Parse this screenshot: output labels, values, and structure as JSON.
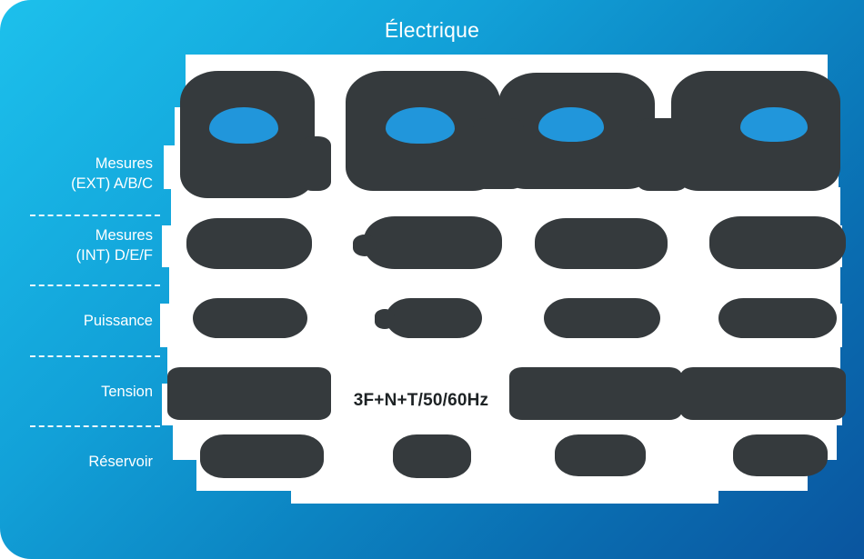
{
  "card": {
    "title": "Électrique",
    "accent_light": "#1dc0ec",
    "accent_dark": "#0a559f",
    "panel_color": "#ffffff",
    "redaction_color": "#353a3d",
    "highlight_color": "#2196db",
    "label_color": "#ffffff"
  },
  "rows": [
    {
      "id": "mesures-ext",
      "line1": "Mesures",
      "line2": "(EXT) A/B/C"
    },
    {
      "id": "mesures-int",
      "line1": "Mesures",
      "line2": "(INT) D/E/F"
    },
    {
      "id": "puissance",
      "line1": "Puissance",
      "line2": ""
    },
    {
      "id": "tension",
      "line1": "Tension",
      "line2": ""
    },
    {
      "id": "reservoir",
      "line1": "Réservoir",
      "line2": ""
    }
  ],
  "values": {
    "tension": "3F+N+T/50/60Hz"
  },
  "columns": [
    {
      "id": "col-1"
    },
    {
      "id": "col-2"
    },
    {
      "id": "col-3"
    },
    {
      "id": "col-4"
    }
  ]
}
